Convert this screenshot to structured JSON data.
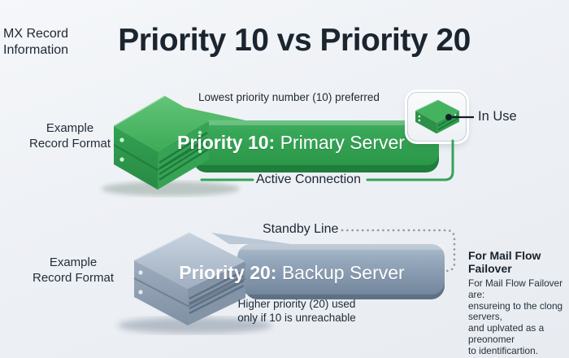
{
  "header": {
    "kicker_line1": "MX Record",
    "kicker_line2": "Information",
    "title": "Priority 10 vs Priority 20"
  },
  "colors": {
    "primary_accent": "#2f9e4e",
    "backup_accent": "#7d91a8",
    "ink": "#1d2733",
    "background": "#eef1f5"
  },
  "primary_row": {
    "side_label_line1": "Example",
    "side_label_line2": "Record Format",
    "top_note": "Lowest priority number (10) preferred",
    "banner_bold": "Priority 10:",
    "banner_rest": "Primary Server",
    "connection_label": "Active Connection",
    "in_use_label": "In Use"
  },
  "backup_row": {
    "side_label_line1": "Example",
    "side_label_line2": "Record Format",
    "top_note": "Standby Line",
    "banner_bold": "Priority 20:",
    "banner_rest": "Backup Server",
    "bottom_note_line1": "Higher priority (20) used",
    "bottom_note_line2": "only if 10 is unreachable",
    "failover_heading": "For Mail Flow Failover",
    "failover_line1": "For Mail Flow Failover are:",
    "failover_line2": "ensureing to the clong servers,",
    "failover_line3": "and uplvated as a preonomer",
    "failover_line4": "to identificartion."
  }
}
